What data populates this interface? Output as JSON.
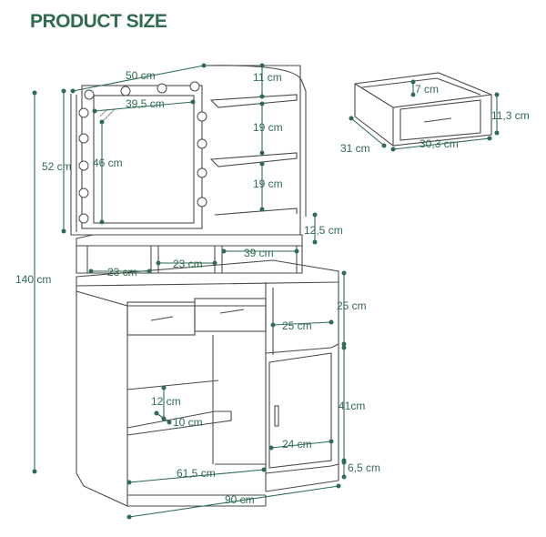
{
  "title": "PRODUCT SIZE",
  "colors": {
    "accent": "#2f6b4f",
    "outline": "#4a4a4a"
  },
  "dimensions": {
    "mirror_frame_width": "50 cm",
    "mirror_width": "39,5 cm",
    "mirror_height": "46 cm",
    "mirror_frame_height": "52 cm",
    "total_height": "140 cm",
    "shelf_top_gap": "11 cm",
    "shelf_middle_gap": "19 cm",
    "shelf_bottom_gap": "19 cm",
    "cubby_height": "12,5 cm",
    "cubby_left": "23 cm",
    "cubby_middle": "23 cm",
    "cubby_right": "39 cm",
    "drawer_section_height": "25 cm",
    "drawer_compartment_width": "25 cm",
    "cabinet_height": "41cm",
    "cabinet_width": "24 cm",
    "base_height": "6,5 cm",
    "shelf_height": "12 cm",
    "shelf_depth": "10 cm",
    "leg_space_width": "61,5 cm",
    "total_width": "90 cm",
    "drawer_height": "7 cm",
    "drawer_outer_height": "11,3 cm",
    "drawer_depth": "31 cm",
    "drawer_width": "30,3 cm"
  }
}
